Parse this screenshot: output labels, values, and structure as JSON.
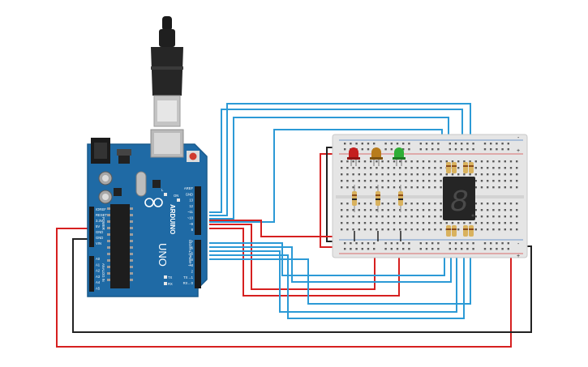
{
  "board": {
    "brand": "ARDUINO",
    "model": "UNO",
    "on_label": "ON",
    "tx_label": "TX",
    "rx_label": "RX",
    "l_label": "L",
    "power_header": "POWER",
    "analog_header": "ANALOG IN",
    "digital_header": "DIGITAL (PWM~)",
    "power_pins": [
      "IOREF",
      "RESET",
      "3.3V",
      "5V",
      "GND",
      "GND",
      "VIN"
    ],
    "analog_pins": [
      "A0",
      "A1",
      "A2",
      "A3",
      "A4",
      "A5"
    ],
    "top_pins": [
      "AREF",
      "GND",
      "13",
      "12",
      "~11",
      "~10",
      "~9",
      "8"
    ],
    "digital_pins": [
      "7",
      "~6",
      "~5",
      "4",
      "~3",
      "2",
      "TX→1",
      "RX←0"
    ]
  },
  "breadboard": {
    "rail_minus": "-",
    "rail_plus": "+"
  },
  "display": {
    "digit": "8"
  },
  "colors": {
    "board": "#1f6aa5",
    "board_edge": "#195a8c",
    "breadboard": "#e5e5e5",
    "wire_red": "#d62020",
    "wire_black": "#222222",
    "wire_blue": "#2c9ad6",
    "led_red": "#c41f1f",
    "led_yellow": "#b87c1c",
    "led_green": "#2fae36",
    "resistor": "#d9b25e"
  }
}
